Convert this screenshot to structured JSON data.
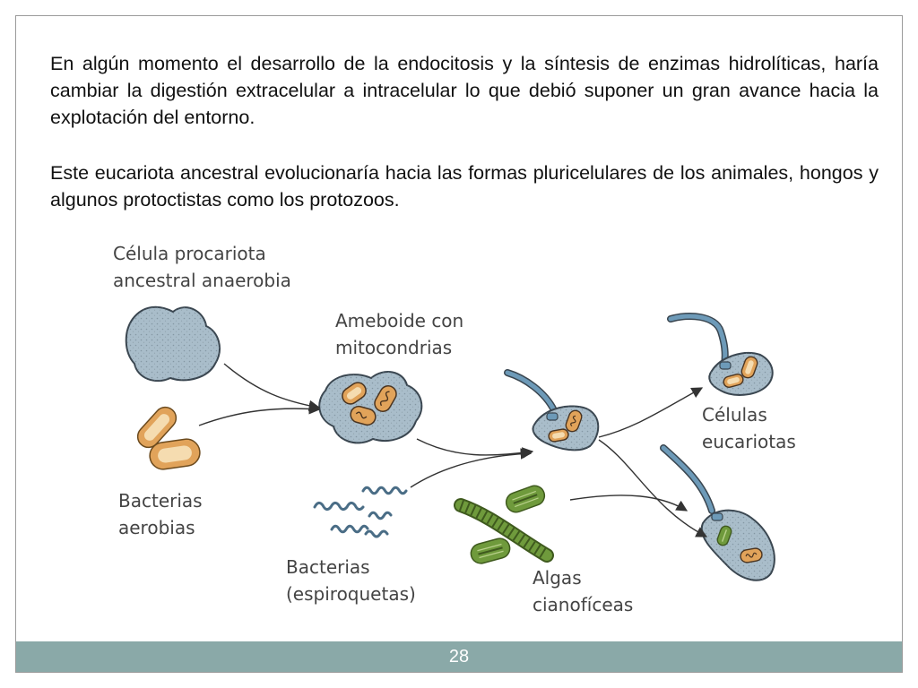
{
  "paragraphs": {
    "p1": "En algún momento el desarrollo de la endocitosis y la síntesis de enzimas hidrolíticas, haría cambiar la digestión extracelular a intracelular lo que debió suponer un gran avance hacia la explotación del entorno.",
    "p2": "Este eucariota ancestral evolucionaría hacia las formas pluricelulares de los animales, hongos y algunos protoctistas como los protozoos."
  },
  "diagram": {
    "labels": {
      "procariota_1": "Célula procariota",
      "procariota_2": "ancestral anaerobia",
      "ameboide_1": "Ameboide con",
      "ameboide_2": "mitocondrias",
      "aerobias_1": "Bacterias",
      "aerobias_2": "aerobias",
      "espiro_1": "Bacterias",
      "espiro_2": "(espiroquetas)",
      "algas_1": "Algas",
      "algas_2": "cianofíceas",
      "eucar_1": "Células",
      "eucar_2": "eucariotas"
    },
    "colors": {
      "cell_body": "#a9bdca",
      "cell_outline": "#3a4650",
      "bacteria_orange": "#e1a35a",
      "bacteria_fill": "#f5dcb0",
      "spirochete": "#4a6d86",
      "algae_green": "#6f9a3c",
      "flagellum": "#6d9ab8",
      "arrow": "#333333"
    }
  },
  "footer": {
    "page_number": "28",
    "bar_color": "#8aa9a8"
  }
}
